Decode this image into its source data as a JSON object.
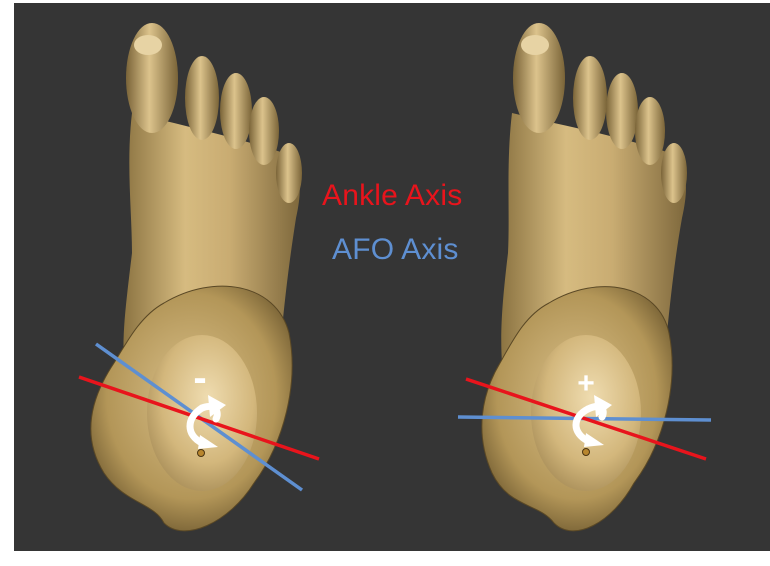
{
  "legend": {
    "ankle_axis_label": "Ankle Axis",
    "afo_axis_label": "AFO Axis"
  },
  "colors": {
    "background": "#353535",
    "ankle_axis": "#e8141c",
    "afo_axis": "#5e8fd1",
    "skin": "#c9ac72",
    "rotation_marker": "#ffffff"
  },
  "panels": [
    {
      "name": "left",
      "rotation_sign": "-"
    },
    {
      "name": "right",
      "rotation_sign": "+"
    }
  ]
}
